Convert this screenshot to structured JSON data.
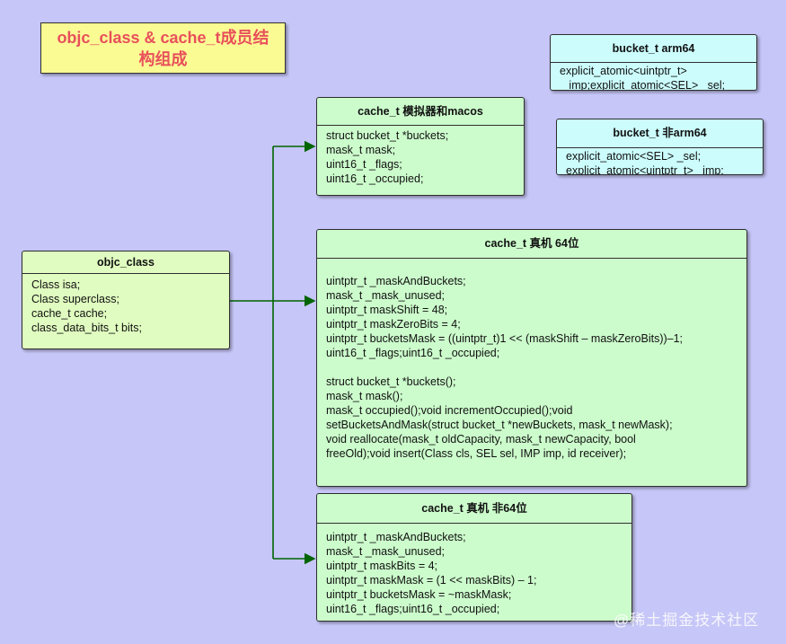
{
  "title": "objc_class & cache_t成员结构组成",
  "objc_class": {
    "header": "objc_class",
    "lines": [
      "Class isa;",
      "Class superclass;",
      "cache_t cache;",
      "class_data_bits_t bits;"
    ]
  },
  "cache_sim": {
    "header": "cache_t 模拟器和macos",
    "lines": [
      "struct bucket_t *buckets;",
      "mask_t mask;",
      "uint16_t _flags;",
      "uint16_t _occupied;"
    ]
  },
  "cache_64": {
    "header": "cache_t 真机 64位",
    "lines": [
      "uintptr_t _maskAndBuckets;",
      "mask_t _mask_unused;",
      "uintptr_t maskShift = 48;",
      "uintptr_t maskZeroBits = 4;",
      "uintptr_t bucketsMask = ((uintptr_t)1 << (maskShift – maskZeroBits))–1;",
      "uint16_t _flags;uint16_t _occupied;",
      "",
      "struct bucket_t *buckets();",
      "mask_t mask();",
      "mask_t occupied();void incrementOccupied();void",
      "setBucketsAndMask(struct bucket_t *newBuckets, mask_t newMask);",
      "void reallocate(mask_t oldCapacity, mask_t newCapacity, bool",
      "freeOld);void insert(Class cls, SEL sel, IMP imp, id receiver);"
    ]
  },
  "cache_non64": {
    "header": "cache_t 真机 非64位",
    "lines": [
      "uintptr_t _maskAndBuckets;",
      "mask_t _mask_unused;",
      "uintptr_t maskBits = 4;",
      "uintptr_t maskMask = (1 << maskBits) – 1;",
      "uintptr_t bucketsMask = ~maskMask;",
      "uint16_t _flags;uint16_t _occupied;"
    ]
  },
  "bucket_arm64": {
    "header": "bucket_t arm64",
    "lines": [
      "explicit_atomic<uintptr_t>",
      " _imp;explicit_atomic<SEL> _sel;"
    ]
  },
  "bucket_non_arm64": {
    "header": "bucket_t 非arm64",
    "lines": [
      "explicit_atomic<SEL> _sel;",
      "explicit_atomic<uintptr_t> _imp;"
    ]
  },
  "watermark": "@稀土掘金技术社区",
  "colors": {
    "background": "#c6c6f8",
    "title_text": "#e8505b",
    "title_fill": "#fbfb94",
    "box_green": "#ccfccc",
    "box_yellow": "#e0fcc0",
    "box_cyan": "#ccfcfc",
    "connector": "#006400"
  }
}
